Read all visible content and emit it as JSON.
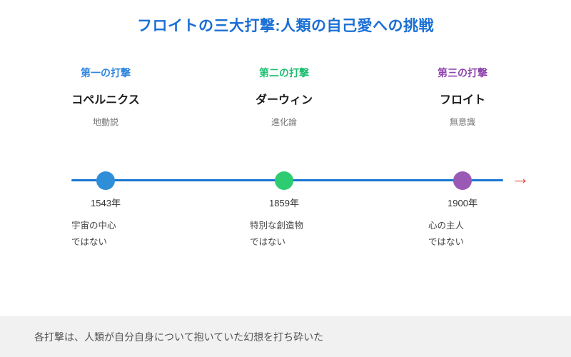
{
  "title": "フロイトの三大打撃:人類の自己愛への挑戦",
  "title_color": "#1a6fd4",
  "timeline": {
    "line_color": "#1976d2",
    "arrow_glyph": "→",
    "arrow_color": "#e74c3c"
  },
  "events": [
    {
      "label": "第一の打撃",
      "name": "コペルニクス",
      "subtitle": "地動説",
      "year": "1543年",
      "desc_line1": "宇宙の中心",
      "desc_line2": "ではない",
      "accent": "#2e86de",
      "dot_color": "#2e8fd8"
    },
    {
      "label": "第二の打撃",
      "name": "ダーウィン",
      "subtitle": "進化論",
      "year": "1859年",
      "desc_line1": "特別な創造物",
      "desc_line2": "ではない",
      "accent": "#1fbf72",
      "dot_color": "#2ecc71"
    },
    {
      "label": "第三の打撃",
      "name": "フロイト",
      "subtitle": "無意識",
      "year": "1900年",
      "desc_line1": "心の主人",
      "desc_line2": "ではない",
      "accent": "#8e44ad",
      "dot_color": "#9b59b6"
    }
  ],
  "footer_text": "各打撃は、人類が自分自身について抱いていた幻想を打ち砕いた",
  "footer_bg": "#f1f1f2"
}
